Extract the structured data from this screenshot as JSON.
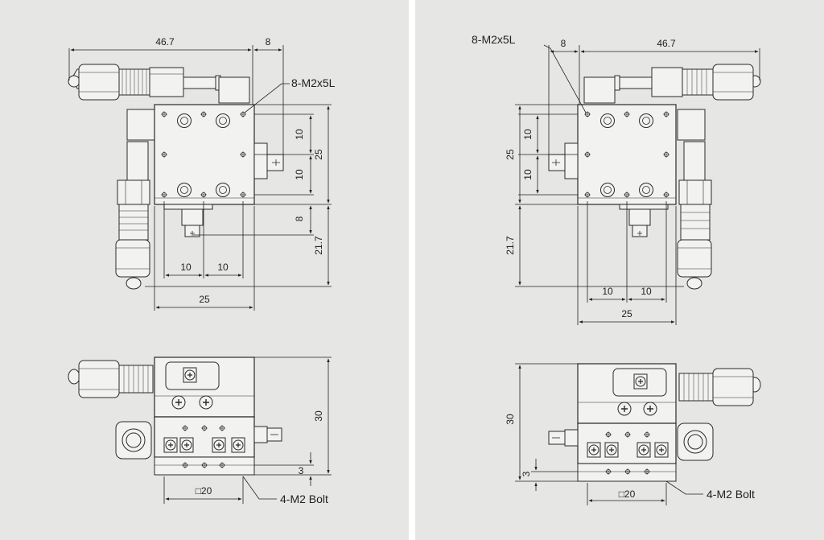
{
  "left_drawing": {
    "top_view": {
      "overall_width": "46.7",
      "screw_offset": "8",
      "tap_callout": "8-M2x5L",
      "hole_pitch_y_upper": "10",
      "hole_pitch_y_lower": "10",
      "table_height": "25",
      "actuator_offset": "8",
      "actuator_length": "21.7",
      "hole_pitch_x_left": "10",
      "hole_pitch_x_right": "10",
      "table_width": "25"
    },
    "side_view": {
      "height": "30",
      "base_thickness": "3",
      "square_size": "□20",
      "bolt_callout": "4-M2 Bolt"
    }
  },
  "right_drawing": {
    "top_view": {
      "tap_callout": "8-M2x5L",
      "screw_offset": "8",
      "overall_width": "46.7",
      "hole_pitch_y_upper": "10",
      "hole_pitch_y_lower": "10",
      "table_height": "25",
      "actuator_length": "21.7",
      "hole_pitch_x_left": "10",
      "hole_pitch_x_right": "10",
      "table_width": "25"
    },
    "side_view": {
      "height": "30",
      "base_thickness": "3",
      "square_size": "□20",
      "bolt_callout": "4-M2 Bolt"
    }
  },
  "colors": {
    "background": "#e6e6e4",
    "line": "#2a2a2a",
    "divider": "#ffffff"
  }
}
